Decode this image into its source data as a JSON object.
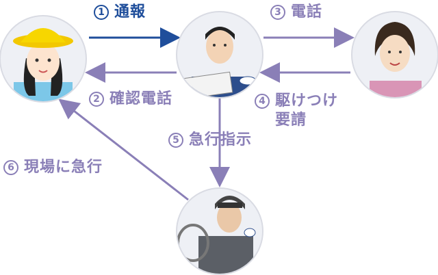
{
  "steps": [
    {
      "num": "1",
      "label": "通報"
    },
    {
      "num": "2",
      "label": "確認電話"
    },
    {
      "num": "3",
      "label": "電話"
    },
    {
      "num": "4",
      "label_line1": "駆けつけ",
      "label_line2": "要請"
    },
    {
      "num": "5",
      "label": "急行指示"
    },
    {
      "num": "6",
      "label": "現場に急行"
    }
  ],
  "actors": [
    "child-reporter",
    "security-operator",
    "homeowner-woman",
    "security-guard-driver"
  ],
  "colors": {
    "primary_arrow": "#1f4e9b",
    "secondary_arrow": "#8a7fb7",
    "circle_border": "#d9dbe3"
  },
  "icons": [
    "child-avatar-icon",
    "operator-avatar-icon",
    "woman-avatar-icon",
    "guard-avatar-icon"
  ]
}
